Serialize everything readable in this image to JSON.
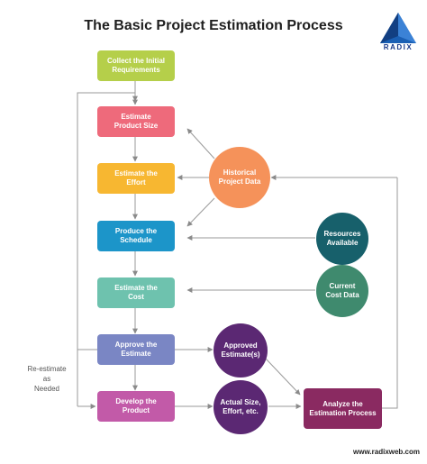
{
  "title": "The Basic Project Estimation Process",
  "logo": {
    "text": "RADIX",
    "color": "#1a5fb4"
  },
  "footer": "www.radixweb.com",
  "side_note": "Re-estimate\nas\nNeeded",
  "steps": {
    "collect": {
      "label": "Collect the Initial\nRequirements",
      "color": "#b5cf4a"
    },
    "size": {
      "label": "Estimate\nProduct Size",
      "color": "#ee6a7b"
    },
    "effort": {
      "label": "Estimate the\nEffort",
      "color": "#f7b731"
    },
    "schedule": {
      "label": "Produce the\nSchedule",
      "color": "#1c95c9"
    },
    "cost": {
      "label": "Estimate the\nCost",
      "color": "#6ec2ae"
    },
    "approve": {
      "label": "Approve the\nEstimate",
      "color": "#7a86c4"
    },
    "develop": {
      "label": "Develop the\nProduct",
      "color": "#c25aa8"
    },
    "analyze": {
      "label": "Analyze the\nEstimation Process",
      "color": "#8a2a61"
    }
  },
  "inputs": {
    "historical": {
      "label": "Historical\nProject Data",
      "color": "#f5925a"
    },
    "resources": {
      "label": "Resources\nAvailable",
      "color": "#17606b"
    },
    "current_cost": {
      "label": "Current\nCost Data",
      "color": "#3f8a6e"
    },
    "approved": {
      "label": "Approved\nEstimate(s)",
      "color": "#5b2873"
    },
    "actual": {
      "label": "Actual Size,\nEffort, etc.",
      "color": "#5b2873"
    }
  },
  "arrow_color": "#8a8a8a"
}
